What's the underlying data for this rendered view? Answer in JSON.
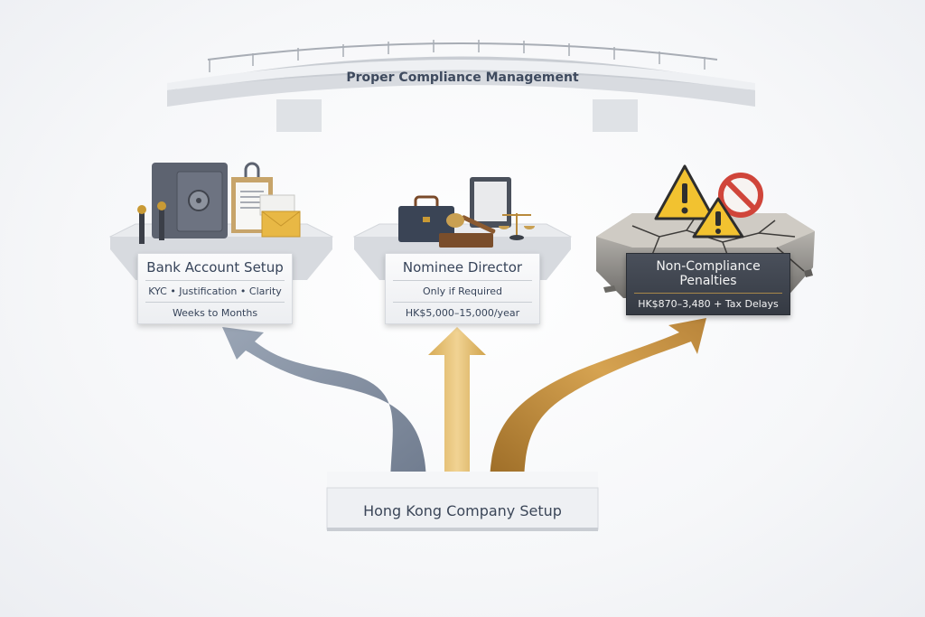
{
  "bridge": {
    "label": "Proper Compliance Management"
  },
  "base": {
    "label": "Hong Kong Company Setup"
  },
  "paths": [
    {
      "id": "bank",
      "title": "Bank Account Setup",
      "line1": "KYC • Justification • Clarity",
      "line2": "Weeks to Months",
      "arrow_color": "#8a96a8",
      "icons": [
        "safe-icon",
        "clipboard-icon",
        "envelope-icon",
        "barrier-post-icon"
      ]
    },
    {
      "id": "nominee",
      "title": "Nominee Director",
      "line1": "Only if Required",
      "line2": "HK$5,000–15,000/year",
      "arrow_color": "#e2bd6e",
      "icons": [
        "briefcase-icon",
        "gavel-icon",
        "monitor-icon",
        "scales-icon"
      ]
    },
    {
      "id": "penalties",
      "title": "Non-Compliance Penalties",
      "line1": "HK$870–3,480 + Tax Delays",
      "arrow_color": "#b98432",
      "icons": [
        "warning-icon",
        "warning-icon",
        "prohibited-icon",
        "cracked-ground-icon"
      ]
    }
  ],
  "colors": {
    "text_dark": "#37445a",
    "gray_arrow": "#8a96a8",
    "gold_arrow": "#e2bd6e",
    "bronze_arrow": "#b98432",
    "warning_yellow": "#f2c230",
    "stop_red": "#d0453a"
  }
}
